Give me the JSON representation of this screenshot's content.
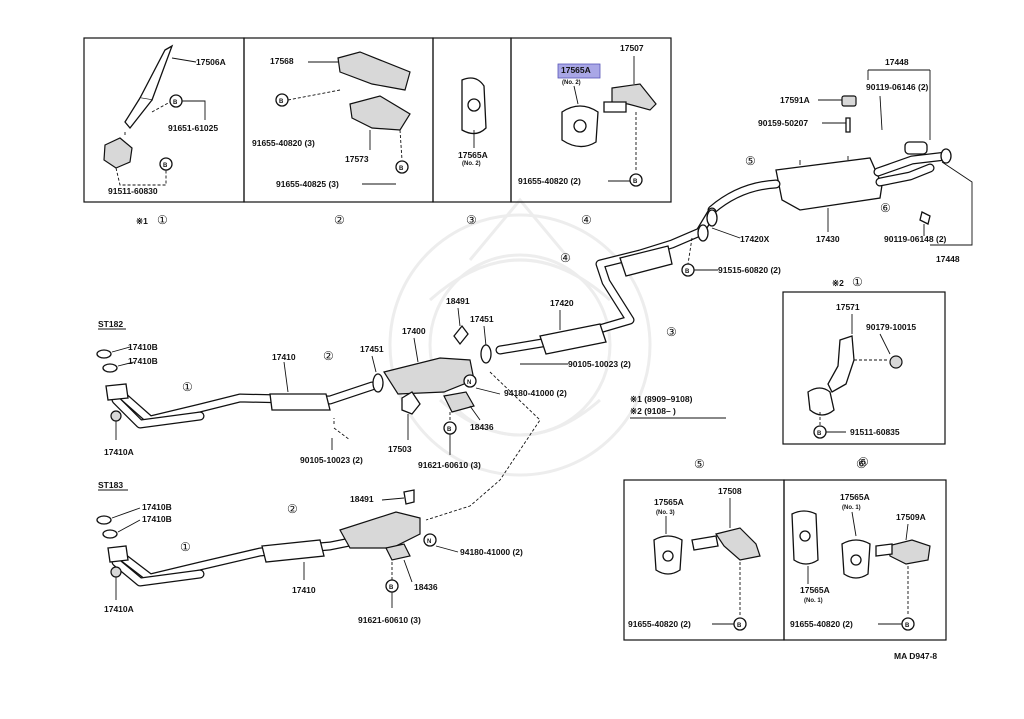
{
  "boxes": {
    "b1": {
      "p1": "17506A",
      "p2": "91651-61025",
      "p3": "91511-60830",
      "caption_mark": "※1",
      "caption_num": "①",
      "ref_b": "B"
    },
    "b2": {
      "p1": "17568",
      "p2": "91655-40820 (3)",
      "p3": "17573",
      "p4": "91655-40825 (3)",
      "caption": "②",
      "ref_b": "B"
    },
    "b3": {
      "p1": "17565A",
      "p1_sub": "(No. 2)",
      "caption": "③"
    },
    "b4": {
      "p1": "17565A",
      "p1_sub": "(No. 2)",
      "p2": "17507",
      "p3": "91655-40820 (2)",
      "caption": "④",
      "ref_b": "B"
    },
    "b5": {
      "p1": "17448",
      "p2": "17591A",
      "p3": "90119-06146 (2)",
      "p4": "90159-50207",
      "p5": "17430",
      "p6": "90119-06148 (2)",
      "p7": "17448"
    },
    "b6": {
      "caption_mark": "※2",
      "caption_num": "①",
      "p1": "17571",
      "p2": "90179-10015",
      "p3": "91511-60835",
      "caption": "⑥",
      "ref_b": "B"
    },
    "b7": {
      "p1": "17565A",
      "p1_sub": "(No. 3)",
      "p2": "17508",
      "p3": "91655-40820 (2)",
      "ref_b": "B"
    },
    "b8": {
      "p1": "17565A",
      "p1_sub": "(No. 1)",
      "p2": "17509A",
      "p3": "17565A",
      "p3_sub": "(No. 1)",
      "p4": "91655-40820 (2)",
      "ref_b": "B"
    }
  },
  "main": {
    "c5": "⑤",
    "c6": "⑥",
    "c4": "④",
    "c3": "③",
    "p17420x": "17420X",
    "p91515": "91515-60820 (2)",
    "p17420": "17420",
    "p91023": "90105-10023 (2)",
    "p18491": "18491",
    "p17451a": "17451",
    "p17400": "17400",
    "p17451b": "17451",
    "p94180a": "94180-41000 (2)",
    "p18436a": "18436",
    "p91621a": "91621-60610 (3)",
    "p17503": "17503",
    "p90105b": "90105-10023 (2)",
    "p17410": "17410",
    "p17410b1": "17410B",
    "p17410b2": "17410B",
    "p17410a": "17410A",
    "st182": "ST182",
    "st183": "ST183",
    "c2a": "②",
    "c1a": "①",
    "c2b": "②",
    "c1b": "①",
    "p18491b": "18491",
    "p17410c": "17410",
    "p94180b": "94180-41000 (2)",
    "p18436b": "18436",
    "p91621b": "91621-60610 (3)",
    "p17410b3": "17410B",
    "p17410b4": "17410B",
    "p17410a2": "17410A",
    "legend1": "※1 (8909–9108)",
    "legend2": "※2 (9108–      )",
    "c5b": "⑤",
    "c6b": "⑥",
    "ref_n": "N",
    "ref_b": "B",
    "code": "MA D947-8"
  },
  "colors": {
    "highlight": "#a9a7e6"
  }
}
